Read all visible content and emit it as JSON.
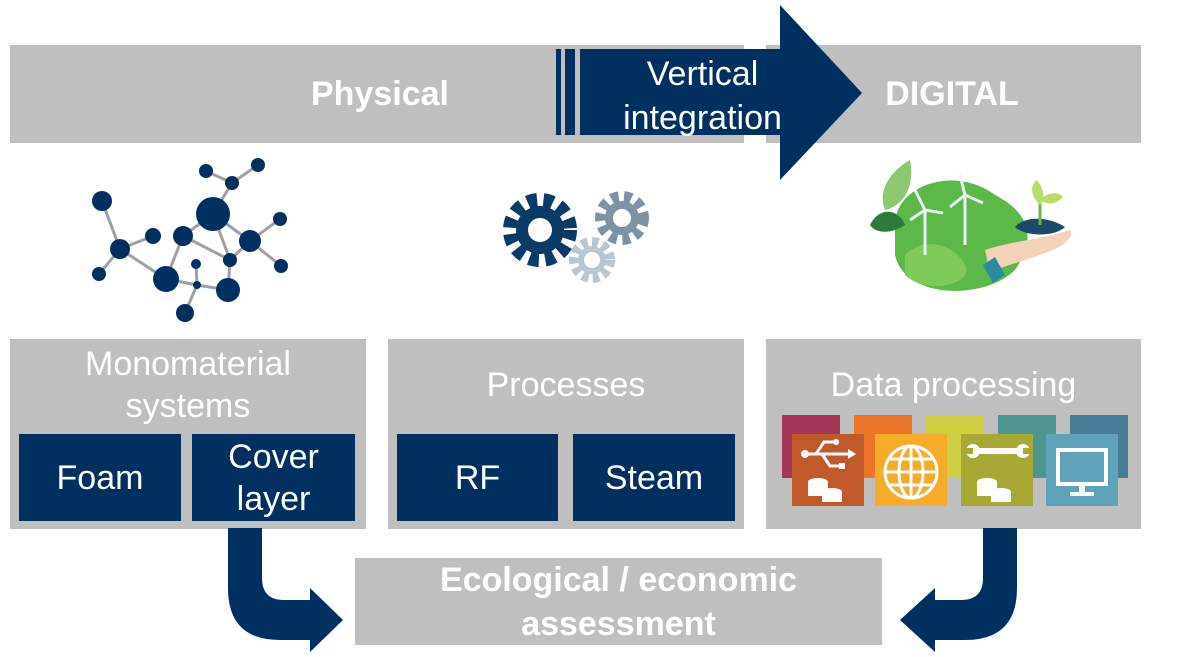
{
  "banner": {
    "left_label": "Physical",
    "arrow_label_line1": "Vertical",
    "arrow_label_line2": "integration",
    "right_label": "DIGITAL"
  },
  "columns": [
    {
      "title_line1": "Monomaterial",
      "title_line2": "systems",
      "icon": "molecule-network-icon",
      "items": [
        {
          "label": "Foam"
        },
        {
          "label_line1": "Cover",
          "label_line2": "layer"
        }
      ]
    },
    {
      "title": "Processes",
      "icon": "gears-icon",
      "items": [
        {
          "label": "RF"
        },
        {
          "label": "Steam"
        }
      ]
    },
    {
      "title": "Data processing",
      "icon": "green-energy-hand-icon",
      "tiles": [
        {
          "icon": "usb-coins-icon",
          "color": "#c05a2a"
        },
        {
          "icon": "globe-icon",
          "color": "#f6ac2a"
        },
        {
          "icon": "wrench-coins-icon",
          "color": "#a7a934"
        },
        {
          "icon": "monitor-icon",
          "color": "#5ea3b8"
        }
      ],
      "back_tile_colors": [
        "#a33656",
        "#ec7427",
        "#cfcf45",
        "#4f958f",
        "#467c96"
      ]
    }
  ],
  "assessment": {
    "line1": "Ecological / economic",
    "line2": "assessment"
  },
  "colors": {
    "navy": "#003060",
    "gray": "#bfbfbf"
  }
}
